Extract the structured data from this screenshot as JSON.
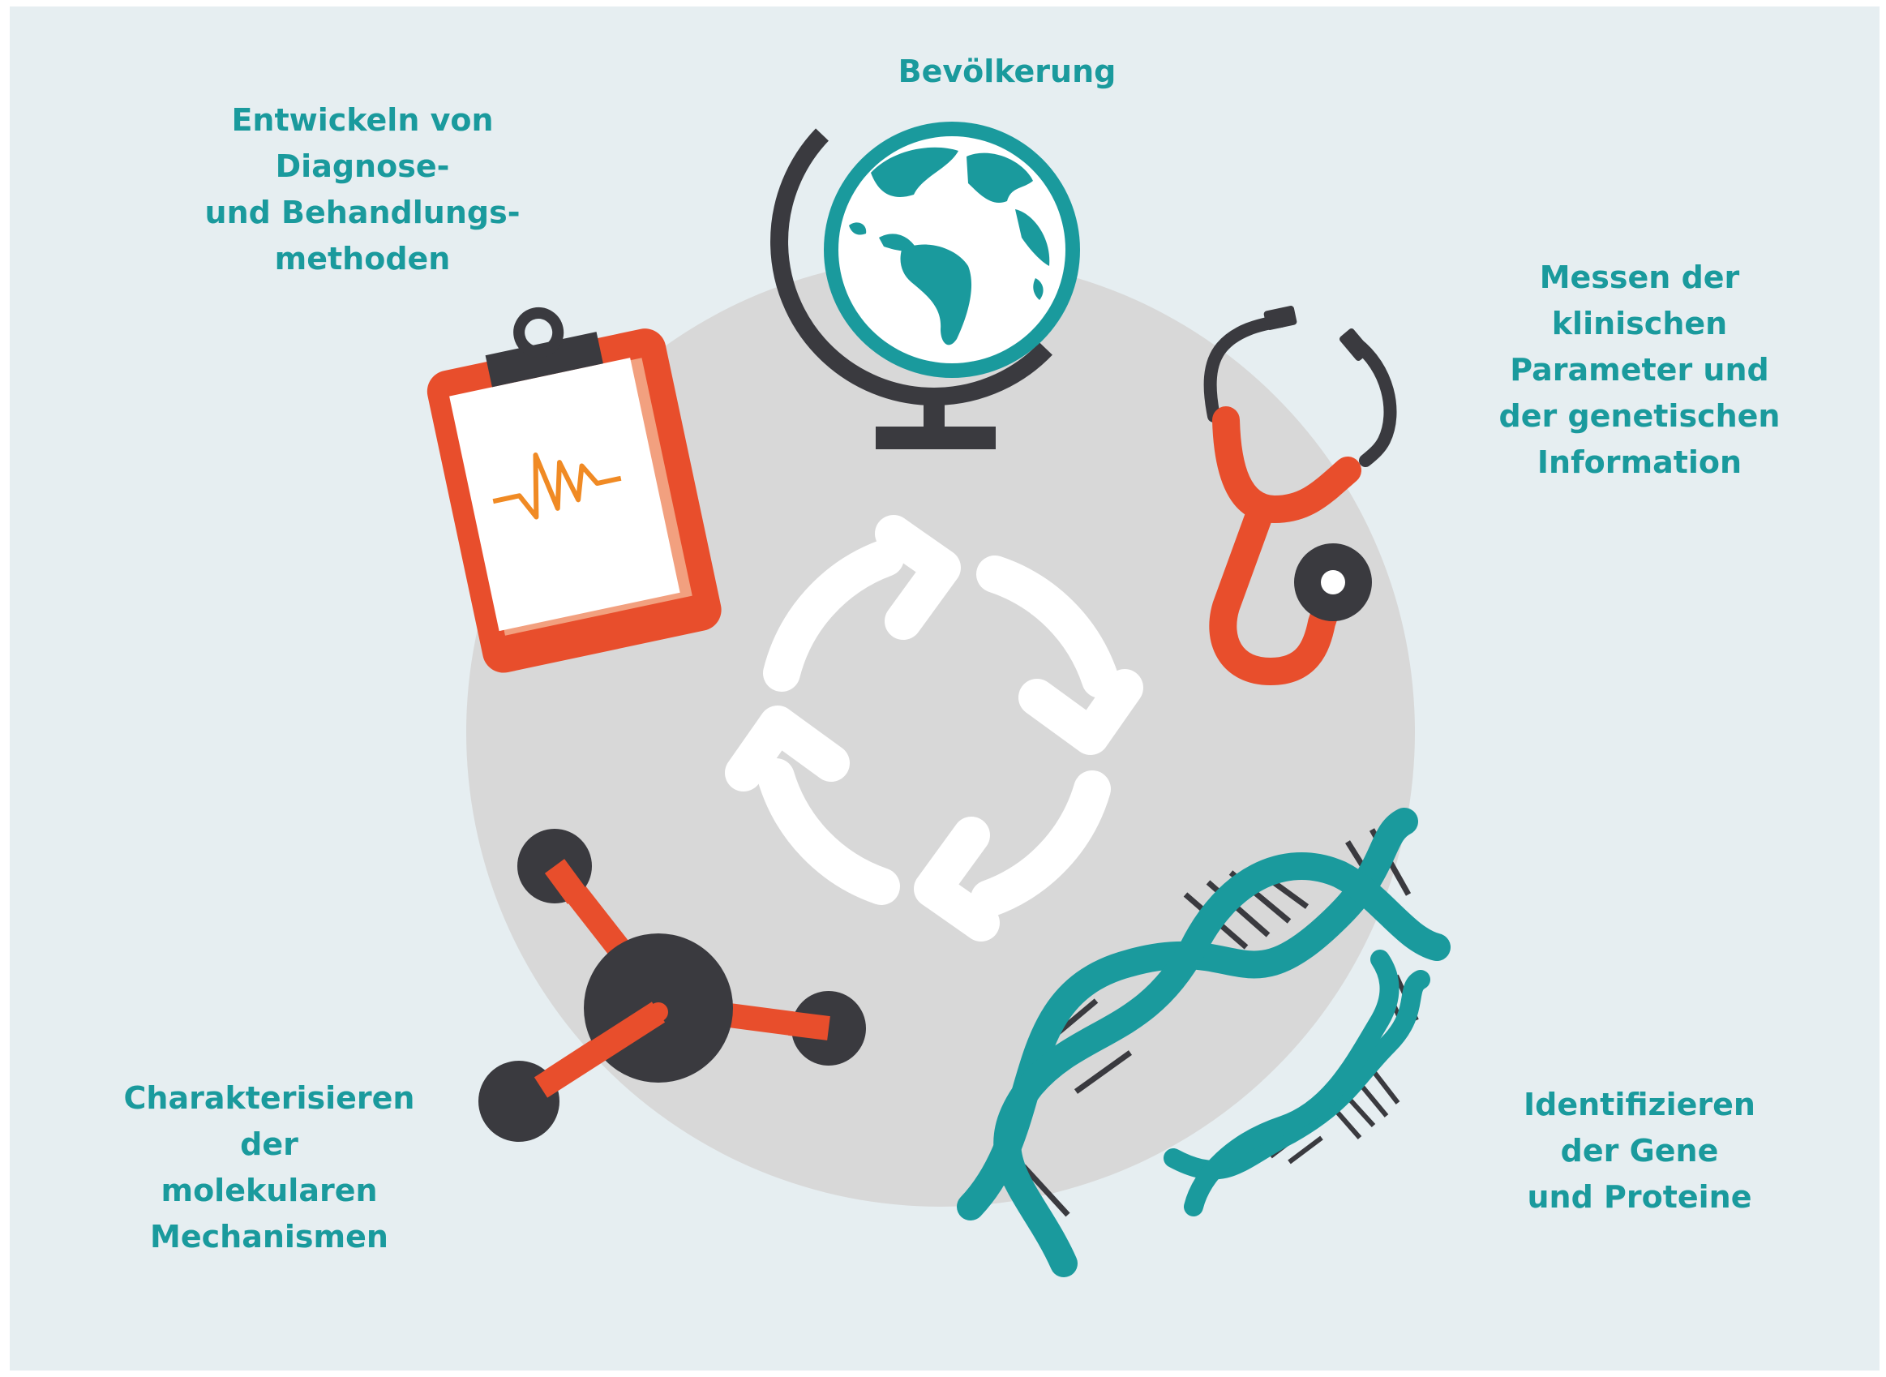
{
  "diagram": {
    "center": {
      "icon": "cycle-arrows-icon"
    },
    "items": [
      {
        "id": "population",
        "icon": "globe-icon",
        "lines": [
          "Bevölkerung"
        ]
      },
      {
        "id": "measure",
        "icon": "stethoscope-icon",
        "lines": [
          "Messen der",
          "klinischen",
          "Parameter und",
          "der genetischen",
          "Information"
        ]
      },
      {
        "id": "identify",
        "icon": "dna-icon",
        "lines": [
          "Identifizieren",
          "der Gene",
          "und Proteine"
        ]
      },
      {
        "id": "characterize",
        "icon": "molecule-icon",
        "lines": [
          "Charakterisieren",
          "der",
          "molekularen",
          "Mechanismen"
        ]
      },
      {
        "id": "develop",
        "icon": "clipboard-icon",
        "lines": [
          "Entwickeln von",
          "Diagnose-",
          "und Behandlungs-",
          "methoden"
        ]
      }
    ]
  },
  "colors": {
    "background": "#e6eef1",
    "circle": "#d8d8d8",
    "teal": "#1a9a9d",
    "orange_red": "#e84e2c",
    "dark": "#3a3a3f",
    "white": "#ffffff",
    "orange": "#f08a24",
    "salmon": "#f2a07f"
  }
}
